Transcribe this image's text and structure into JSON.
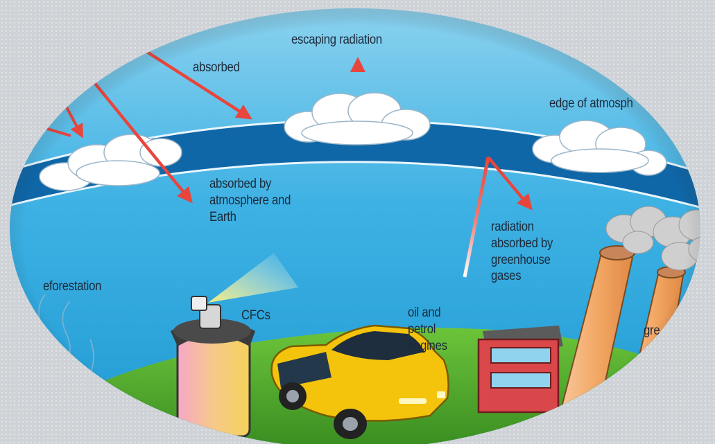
{
  "labels": {
    "absorbed": "absorbed",
    "escaping_radiation": "escaping radiation",
    "edge_of_atmosphere": "edge of atmosph",
    "absorbed_by_atm_1": "absorbed by",
    "absorbed_by_atm_2": "atmosphere and",
    "absorbed_by_atm_3": "Earth",
    "radiation_abs_1": "radiation",
    "radiation_abs_2": "absorbed by",
    "radiation_abs_3": "greenhouse",
    "radiation_abs_4": "gases",
    "deforestation": "eforestation",
    "cfcs": "CFCs",
    "oil_1": "oil and",
    "oil_2": "petrol",
    "oil_3": "engines",
    "greenhouse_partial": "gre"
  },
  "colors": {
    "sky_top": "#6fc4e6",
    "sky_bottom": "#1e9fd6",
    "atmosphere_band": "#0f67a8",
    "ground": "#4fa82e",
    "arrow": "#e8453c",
    "car": "#f4c40c",
    "chimney": "#f3a865",
    "factory": "#d9474a"
  }
}
